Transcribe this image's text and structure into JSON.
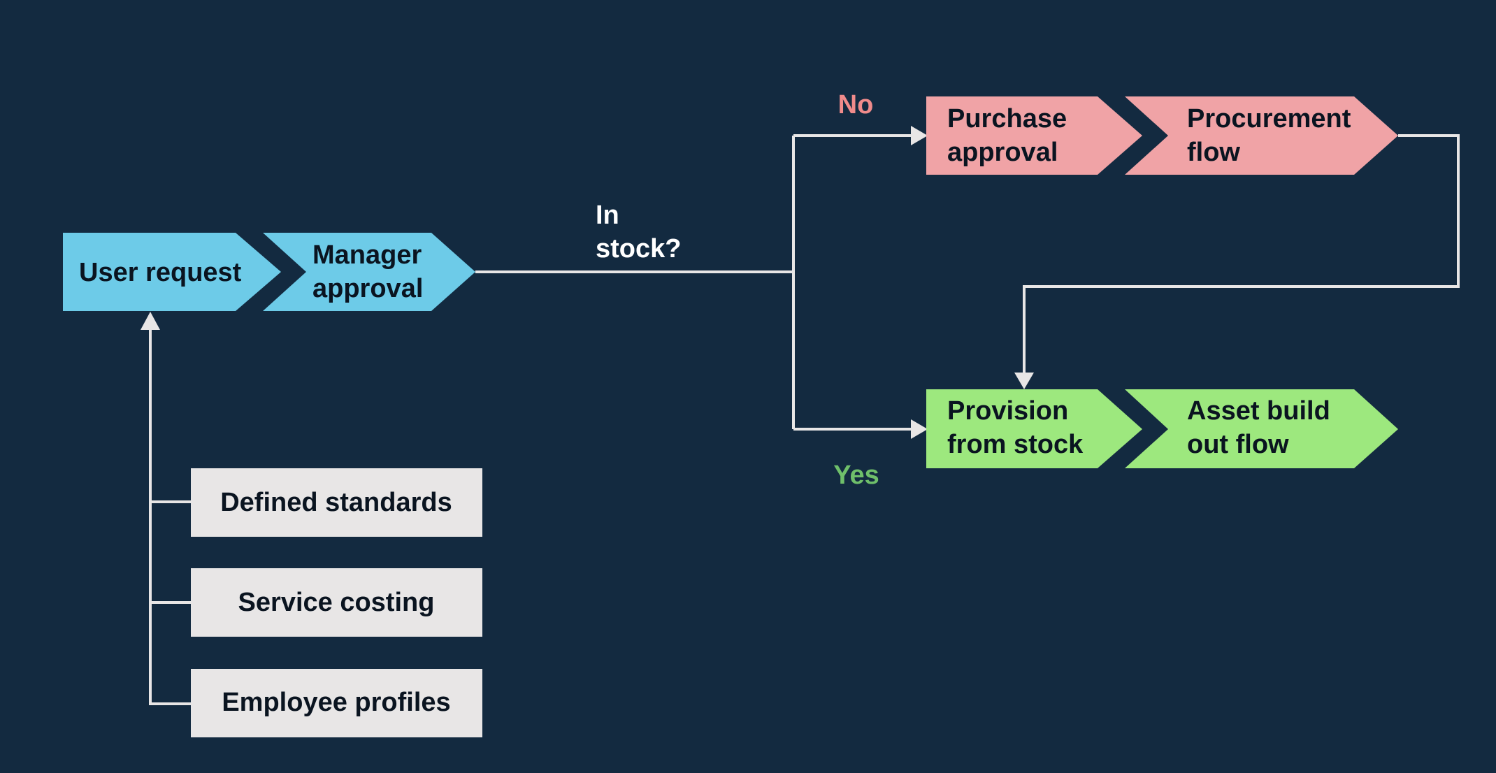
{
  "colors": {
    "background": "#132a40",
    "blue": "#6dcbe8",
    "pink": "#f0a3a6",
    "green": "#9de87e",
    "gray": "#e8e6e6",
    "line": "#e8e6e6",
    "no_label": "#f08b8b",
    "yes_label": "#6fbf6a",
    "question_text": "#ffffff"
  },
  "nodes": {
    "user_request": {
      "line1": "User request"
    },
    "manager_approval": {
      "line1": "Manager",
      "line2": "approval"
    },
    "purchase_approval": {
      "line1": "Purchase",
      "line2": "approval"
    },
    "procurement_flow": {
      "line1": "Procurement",
      "line2": "flow"
    },
    "provision_from_stock": {
      "line1": "Provision",
      "line2": "from stock"
    },
    "asset_build_out_flow": {
      "line1": "Asset build",
      "line2": "out flow"
    }
  },
  "inputs": {
    "defined_standards": "Defined standards",
    "service_costing": "Service costing",
    "employee_profiles": "Employee profiles"
  },
  "decision": {
    "line1": "In",
    "line2": "stock?",
    "no_label": "No",
    "yes_label": "Yes"
  }
}
